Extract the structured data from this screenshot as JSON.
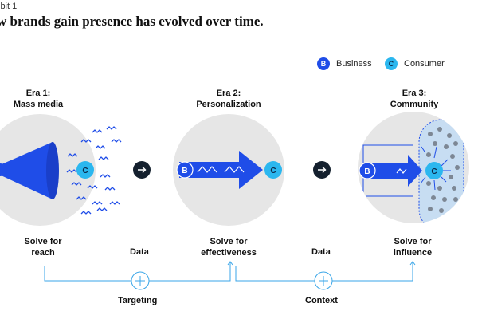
{
  "exhibit": "ibit 1",
  "headline": "w brands gain presence has evolved over time.",
  "legend": {
    "business": {
      "letter": "B",
      "label": "Business"
    },
    "consumer": {
      "letter": "C",
      "label": "Consumer"
    }
  },
  "eras": [
    {
      "line1": "Era 1:",
      "line2": "Mass media",
      "solve1": "Solve for",
      "solve2": "reach"
    },
    {
      "line1": "Era 2:",
      "line2": "Personalization",
      "solve1": "Solve for",
      "solve2": "effectiveness"
    },
    {
      "line1": "Era 3:",
      "line2": "Community",
      "solve1": "Solve for",
      "solve2": "influence"
    }
  ],
  "data_labels": [
    "Data",
    "Data"
  ],
  "bottom_labels": [
    "Targeting",
    "Context"
  ],
  "colors": {
    "business": "#1f4de8",
    "consumer": "#2bb7ef",
    "circle": "#e6e6e6",
    "dark": "#14202e",
    "line": "#3aa6e8"
  }
}
